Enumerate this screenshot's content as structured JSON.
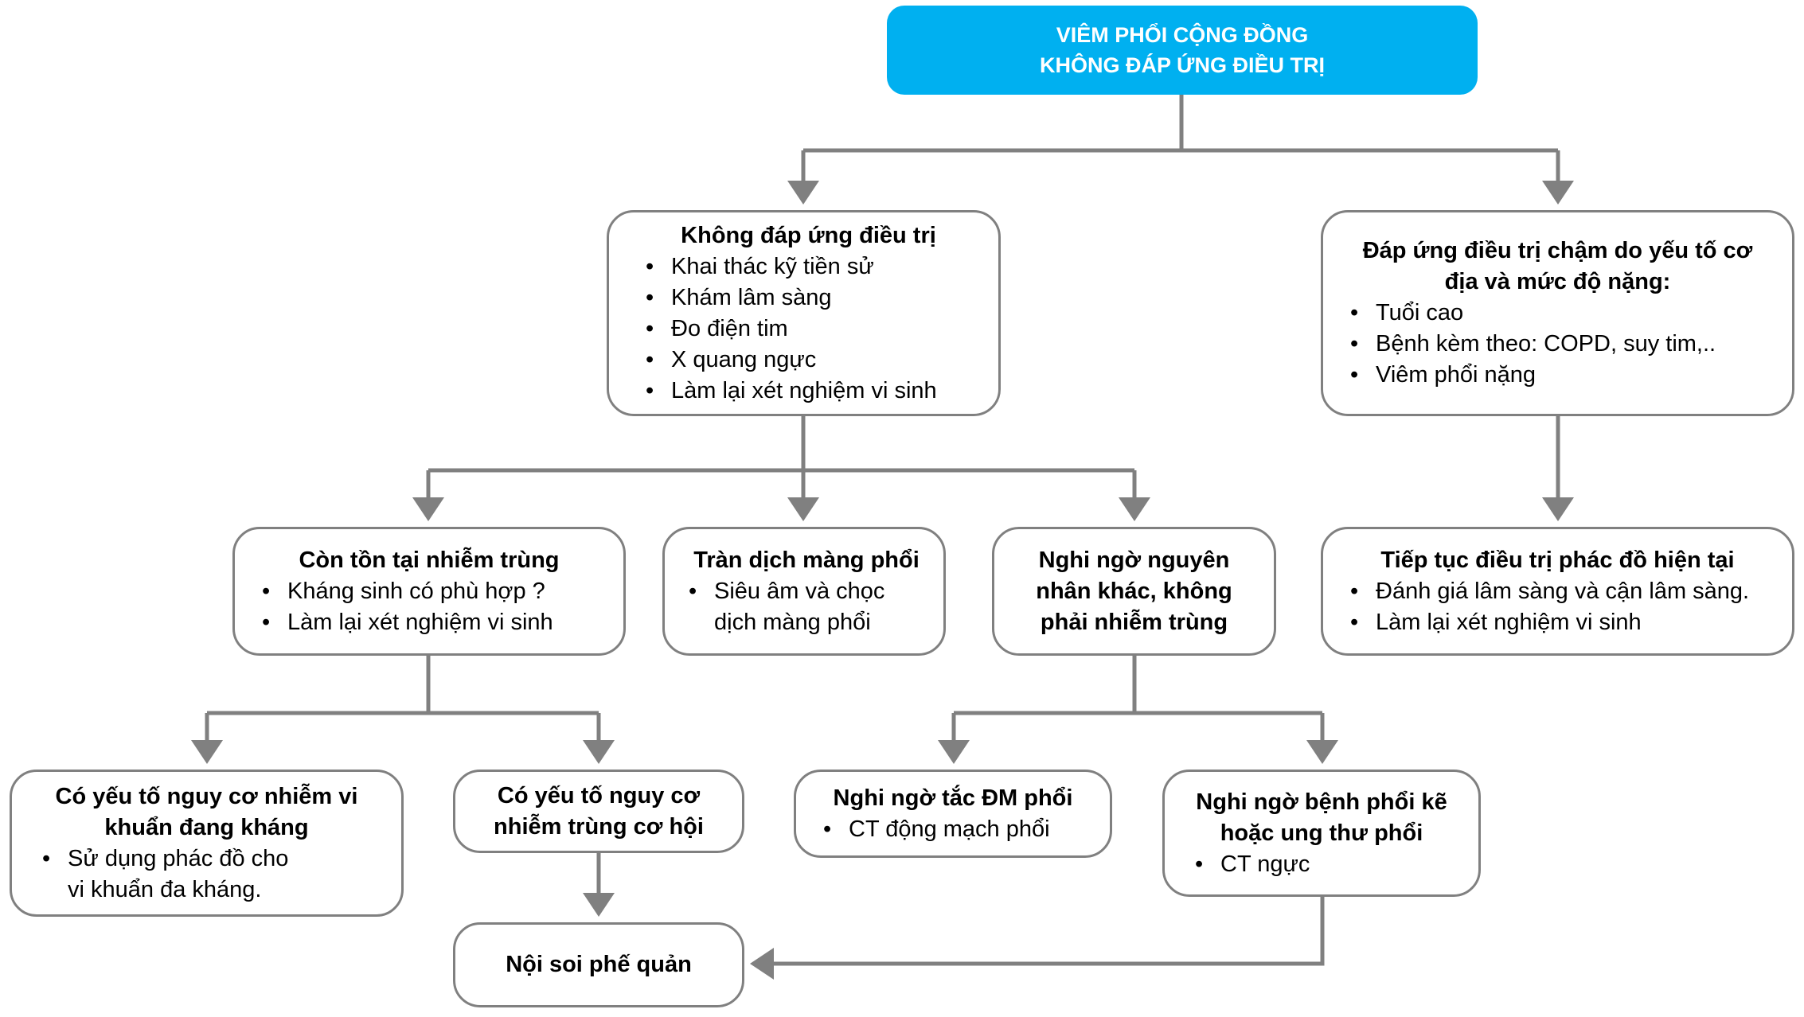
{
  "root": {
    "line1": "VIÊM PHỔI CỘNG ĐỒNG",
    "line2": "KHÔNG ĐÁP ỨNG ĐIỀU TRỊ",
    "color": "#00b0f0"
  },
  "nodes": {
    "no_response": {
      "title": "Không đáp ứng điều trị",
      "items": [
        "Khai thác kỹ tiền sử",
        "Khám lâm sàng",
        "Đo điện tim",
        "X quang ngực",
        "Làm lại xét nghiệm vi sinh"
      ]
    },
    "slow_response": {
      "title": "Đáp ứng điều trị chậm do yếu tố cơ địa và mức độ nặng:",
      "items": [
        "Tuổi cao",
        "Bệnh kèm theo: COPD, suy tim,..",
        "Viêm phổi nặng"
      ]
    },
    "persistent_infection": {
      "title": "Còn tồn tại nhiễm trùng",
      "items": [
        "Kháng sinh có phù hợp ?",
        "Làm lại xét nghiệm vi sinh"
      ]
    },
    "pleural_effusion": {
      "title": "Tràn dịch màng phổi",
      "items": [
        "Siêu âm và chọc dịch màng phổi"
      ]
    },
    "non_infectious": {
      "title": "Nghi ngờ nguyên nhân khác, không phải nhiễm trùng",
      "items": []
    },
    "continue_treatment": {
      "title": "Tiếp tục điều trị phác đồ hiện tại",
      "items": [
        "Đánh giá lâm sàng và cận lâm sàng.",
        "Làm lại xét nghiệm vi sinh"
      ]
    },
    "resistant_bacteria": {
      "title": "Có yếu tố nguy cơ nhiễm vi khuẩn đang kháng",
      "items": [
        "Sử dụng phác đồ cho vi khuẩn đa kháng."
      ]
    },
    "opportunistic": {
      "title": "Có yếu tố nguy cơ nhiễm trùng cơ hội",
      "items": []
    },
    "pulmonary_embolism": {
      "title": "Nghi ngờ tắc ĐM phổi",
      "items": [
        "CT động mạch phổi"
      ]
    },
    "interstitial_or_cancer": {
      "title": "Nghi ngờ bệnh phổi kẽ hoặc ung thư phổi",
      "items": [
        "CT ngực"
      ]
    },
    "bronchoscopy": {
      "title": "Nội soi phế quản",
      "items": []
    }
  },
  "style": {
    "connector_color": "#808080",
    "border_color": "#808080"
  }
}
